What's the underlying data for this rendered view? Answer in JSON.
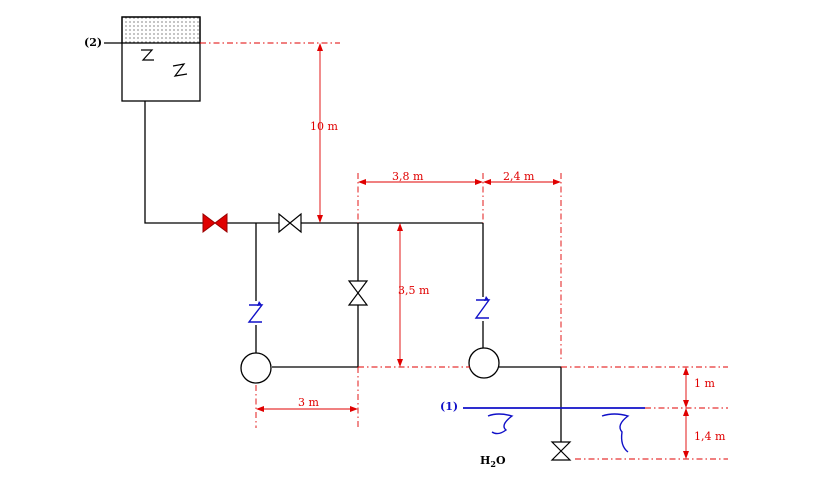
{
  "labels": {
    "tank": "(2)",
    "sump": "(1)",
    "water_main": "H",
    "water_sub": "2",
    "water_end": "O"
  },
  "dimensions": {
    "tank_height": "10 m",
    "pipe_right_1": "3,8 m",
    "pipe_right_2": "2,4 m",
    "riser_height": "3,5 m",
    "pump_spacing": "3 m",
    "pump_above_water": "1 m",
    "suction_depth": "1,4 m"
  },
  "colors": {
    "dimension": "#e00000",
    "water": "#1010c8",
    "closed_valve": "#e00000",
    "pipe": "#000000"
  },
  "icons": [
    "tank-icon",
    "pump-icon",
    "check-valve-icon",
    "gate-valve-icon",
    "foot-valve-icon"
  ]
}
